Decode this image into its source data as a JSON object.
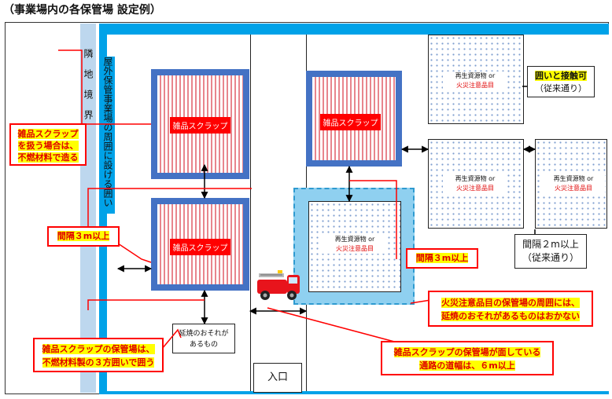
{
  "title": "（事業場内の各保管場 設定例）",
  "boundary_label": "隣地境界",
  "perimeter_label": "屋外保管事業場の周囲に設ける囲い",
  "scrap_label": "雑品スクラップ",
  "resource_line1": "再生資源物 or",
  "resource_line2": "火災注意品目",
  "fire_risk_box": "延焼のおそれがあるもの",
  "entrance_label": "入口",
  "callouts": {
    "nonflammable_line1": "雑品スクラップ",
    "nonflammable_line2": "を扱う場合は、",
    "nonflammable_line3": "不燃材料で造る",
    "gap3m_left": "間隔３m以上",
    "three_side_line1": "雑品スクラップの保管場は、",
    "three_side_line2": "不燃材料製の３方囲いで囲う",
    "contact_line1": "囲いと接触可",
    "contact_line2": "（従来通り）",
    "gap3m_right": "間隔３m以上",
    "gap2m_line1": "間隔２m以上",
    "gap2m_line2": "（従来通り）",
    "fire_items_line1": "火災注意品目の保管場の周囲には、",
    "fire_items_line2": "延焼のおそれがあるものはおかない",
    "road_width_line1": "雑品スクラップの保管場が面している",
    "road_width_line2": "通路の道幅は、６m以上"
  },
  "icons": {
    "vehicle": "fire-truck-icon"
  },
  "colors": {
    "enclosure": "#00a2e8",
    "scrap_frame": "#4472c4",
    "label_red": "#ff0000",
    "highlight": "#ffff00"
  }
}
